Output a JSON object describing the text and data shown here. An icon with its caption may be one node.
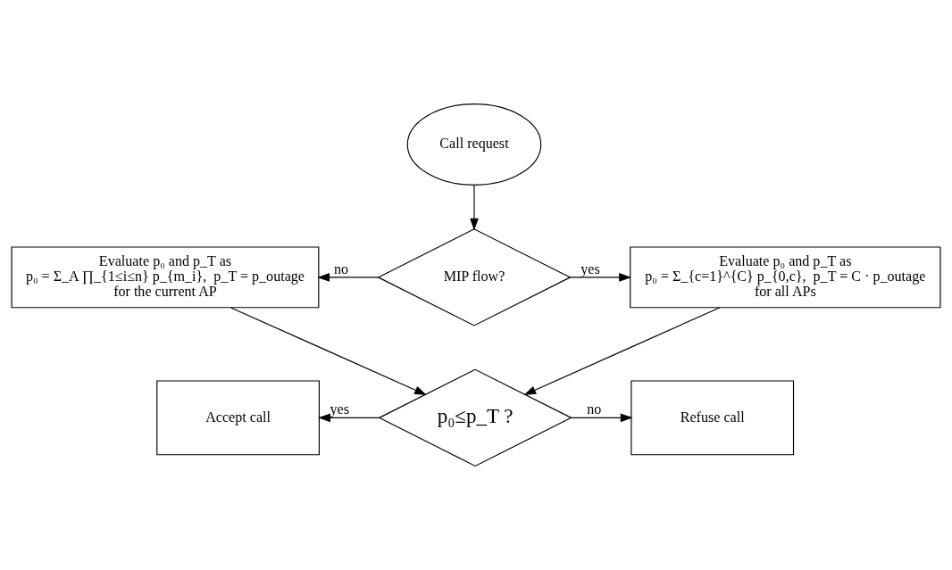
{
  "diagram": {
    "nodes": [
      {
        "text": [
          "Call request"
        ]
      },
      {
        "text": [
          "MIP flow?"
        ]
      },
      {
        "text": [
          "Evaluate p₀ and p_T as",
          "p₀ = Σ_A ∏_{1≤i≤n} p_{m_i},  p_T = p_outage",
          "for the current AP"
        ]
      },
      {
        "text": [
          "Evaluate p₀ and p_T as",
          "p₀ = Σ_{c=1}^{C} p_{0,c},  p_T = C · p_outage",
          "for all APs"
        ]
      },
      {
        "text": [
          "p₀≤p_T ?"
        ]
      },
      {
        "text": [
          "Accept call"
        ]
      },
      {
        "text": [
          "Refuse call"
        ]
      }
    ],
    "edges": [
      {
        "from": 0,
        "to": 1,
        "arrow": "to"
      },
      {
        "from": 1,
        "to": 2,
        "arrow": "to",
        "label": "no"
      },
      {
        "from": 1,
        "to": 3,
        "arrow": "to",
        "label": "yes"
      },
      {
        "from": 2,
        "to": 4,
        "arrow": "to"
      },
      {
        "from": 3,
        "to": 4,
        "arrow": "to"
      },
      {
        "from": 4,
        "to": 5,
        "arrow": "to",
        "label": "yes"
      },
      {
        "from": 4,
        "to": 6,
        "arrow": "to",
        "label": "no"
      }
    ]
  }
}
